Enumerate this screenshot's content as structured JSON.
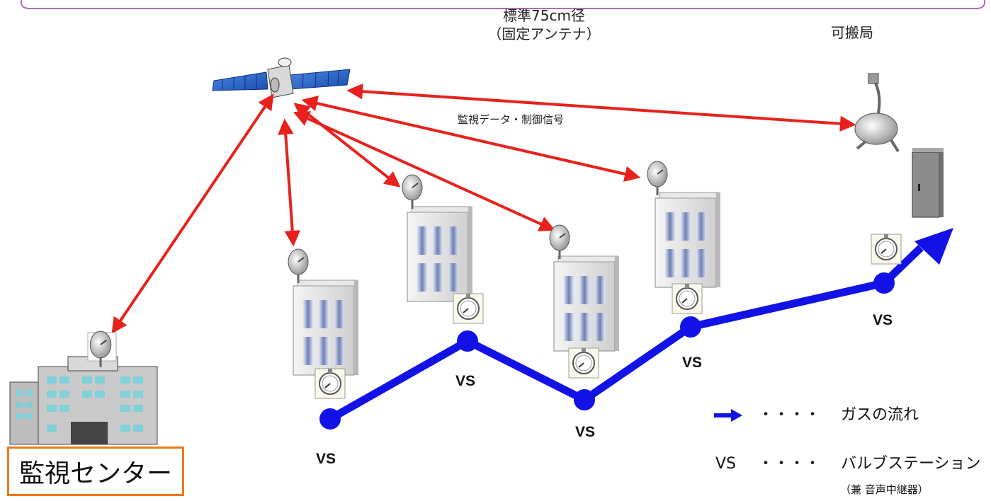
{
  "labels": {
    "antenna_line1": "標準75cm径",
    "antenna_line2": "（固定アンテナ）",
    "portable_station": "可搬局",
    "signal": "監視データ・制御信号",
    "center": "監視センター"
  },
  "valve_stations": [
    {
      "label": "VS"
    },
    {
      "label": "VS"
    },
    {
      "label": "VS"
    },
    {
      "label": "VS"
    },
    {
      "label": "VS"
    }
  ],
  "legend": {
    "gas_flow_dots": "・・・・",
    "gas_flow": "ガスの流れ",
    "vs_abbr": "VS",
    "vs_dots": "・・・・",
    "vs_desc": "バルブステーション",
    "vs_note": "（兼 音声中継器）"
  },
  "colors": {
    "signal_arrow": "#e8211c",
    "gas_flow": "#1212e6",
    "center_box_border": "#ec7a1c",
    "top_border": "#b06ac0"
  }
}
